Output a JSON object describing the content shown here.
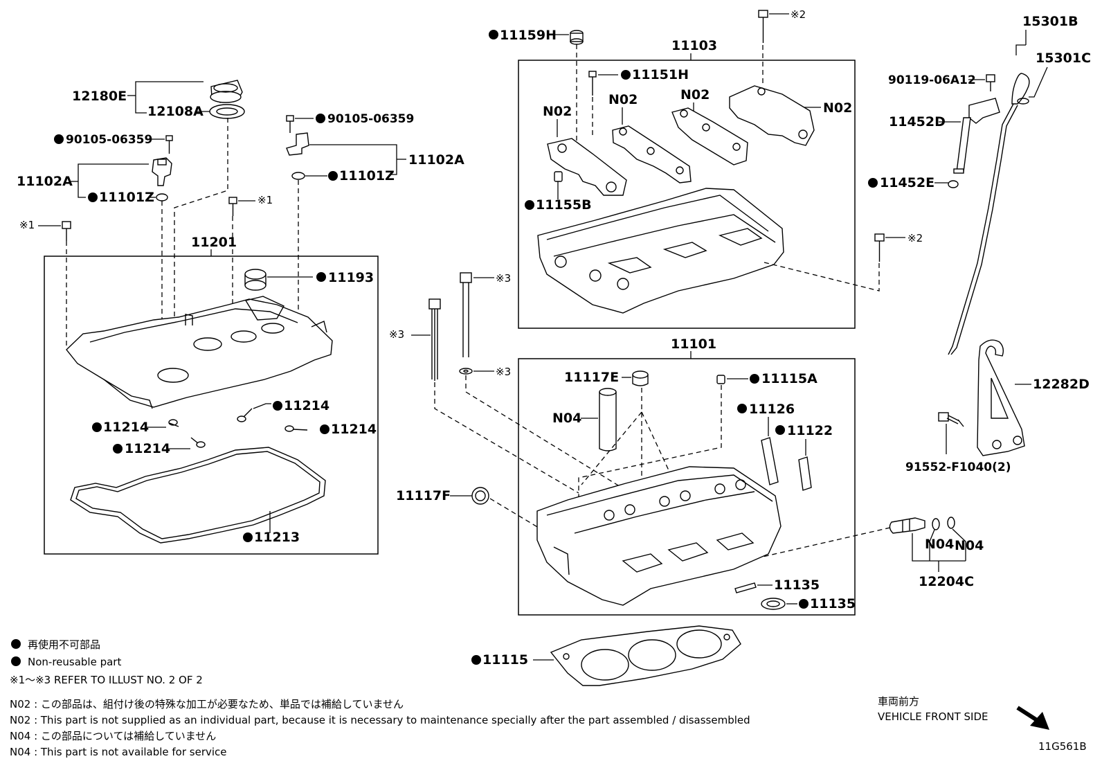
{
  "labels": {
    "p12180E": "12180E",
    "p12108A": "12108A",
    "p90105_left": "90105-06359",
    "p11102A_left": "11102A",
    "p11101Z_left": "11101Z",
    "p90105_mid": "90105-06359",
    "p11102A_mid": "11102A",
    "p11101Z_mid": "11101Z",
    "ref1_left": "※1",
    "ref1_mid": "※1",
    "p11201": "11201",
    "p11193": "11193",
    "p11214_a": "11214",
    "p11214_b": "11214",
    "p11214_c": "11214",
    "p11214_d": "11214",
    "p11213": "11213",
    "p11159H": "11159H",
    "p11103": "11103",
    "ref2_top": "※2",
    "p11151H": "11151H",
    "n02_a": "N02",
    "n02_b": "N02",
    "n02_c": "N02",
    "n02_d": "N02",
    "p11155B": "11155B",
    "ref2_right": "※2",
    "ref3_a": "※3",
    "ref3_b": "※3",
    "ref3_c": "※3",
    "p11101": "11101",
    "p11117E": "11117E",
    "p11115A": "11115A",
    "n04_a": "N04",
    "p11126": "11126",
    "p11122": "11122",
    "p11117F": "11117F",
    "p11135_a": "11135",
    "p11135_b": "11135",
    "p11115": "11115",
    "p15301B": "15301B",
    "p15301C": "15301C",
    "p90119": "90119-06A12",
    "p11452D": "11452D",
    "p11452E": "11452E",
    "p12282D": "12282D",
    "p91552": "91552-F1040(2)",
    "n04_b": "N04",
    "n04_c": "N04",
    "p12204C": "12204C"
  },
  "legend": {
    "nonreusable_jp": "再使用不可部品",
    "nonreusable_en": "Non-reusable part",
    "refer": "※1～※3  REFER TO ILLUST NO. 2 OF 2",
    "n02_jp": "N02 : この部品は、組付け後の特殊な加工が必要なため、単品では補給していません",
    "n02_en": "N02 : This part is not supplied as an individual part, because it is necessary to maintenance specially after the part assembled / disassembled",
    "n04_jp": "N04 : この部品については補給していません",
    "n04_en": "N04 : This part is not available for service"
  },
  "direction": {
    "jp": "車両前方",
    "en": "VEHICLE FRONT SIDE"
  },
  "illustration_id": "11G561B"
}
